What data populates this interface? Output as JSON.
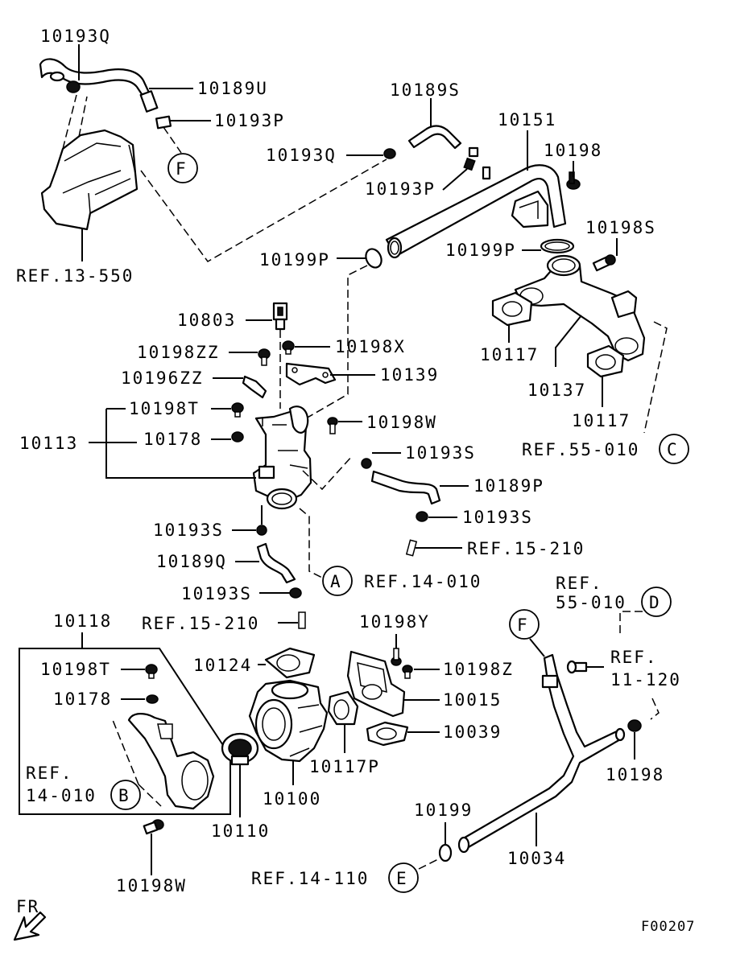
{
  "figure_code": "F00207",
  "front_marker": "FR",
  "circle_refs": [
    "F",
    "C",
    "A",
    "D",
    "B",
    "E"
  ],
  "labels": {
    "l10193Q_a": "10193Q",
    "l10189U": "10189U",
    "l10193P_a": "10193P",
    "ref13550": "REF.13-550",
    "l10189S": "10189S",
    "l10151": "10151",
    "l10193Q_b": "10193Q",
    "l10198": "10198",
    "l10193P_b": "10193P",
    "l10198S": "10198S",
    "l10199P_a": "10199P",
    "l10199P_b": "10199P",
    "l10803": "10803",
    "l10198ZZ": "10198ZZ",
    "l10198X": "10198X",
    "l10196ZZ": "10196ZZ",
    "l10139": "10139",
    "l10117_a": "10117",
    "l10137": "10137",
    "l10117_b": "10117",
    "l10198T_a": "10198T",
    "l10198W_a": "10198W",
    "l10113": "10113",
    "l10178_a": "10178",
    "l10193S_a": "10193S",
    "ref55010_a": "REF.55-010",
    "l10189P": "10189P",
    "l10193S_b": "10193S",
    "l10193S_c": "10193S",
    "ref15210_a": "REF.15-210",
    "l10189Q": "10189Q",
    "ref14010_a": "REF.14-010",
    "l10193S_d": "10193S",
    "ref55010_b1": "REF.",
    "ref55010_b2": "55-010",
    "l10118": "10118",
    "ref15210_b": "REF.15-210",
    "l10198Y": "10198Y",
    "l10124": "10124",
    "l10198T_b": "10198T",
    "l10198Z": "10198Z",
    "ref11120_1": "REF.",
    "ref11120_2": "11-120",
    "l10178_b": "10178",
    "l10015": "10015",
    "l10039": "10039",
    "ref14010_b1": "REF.",
    "ref14010_b2": "14-010",
    "l10117P": "10117P",
    "l10100": "10100",
    "l10198_b": "10198",
    "l10110": "10110",
    "l10199": "10199",
    "l10034": "10034",
    "l10198W_b": "10198W",
    "ref14110": "REF.14-110"
  }
}
